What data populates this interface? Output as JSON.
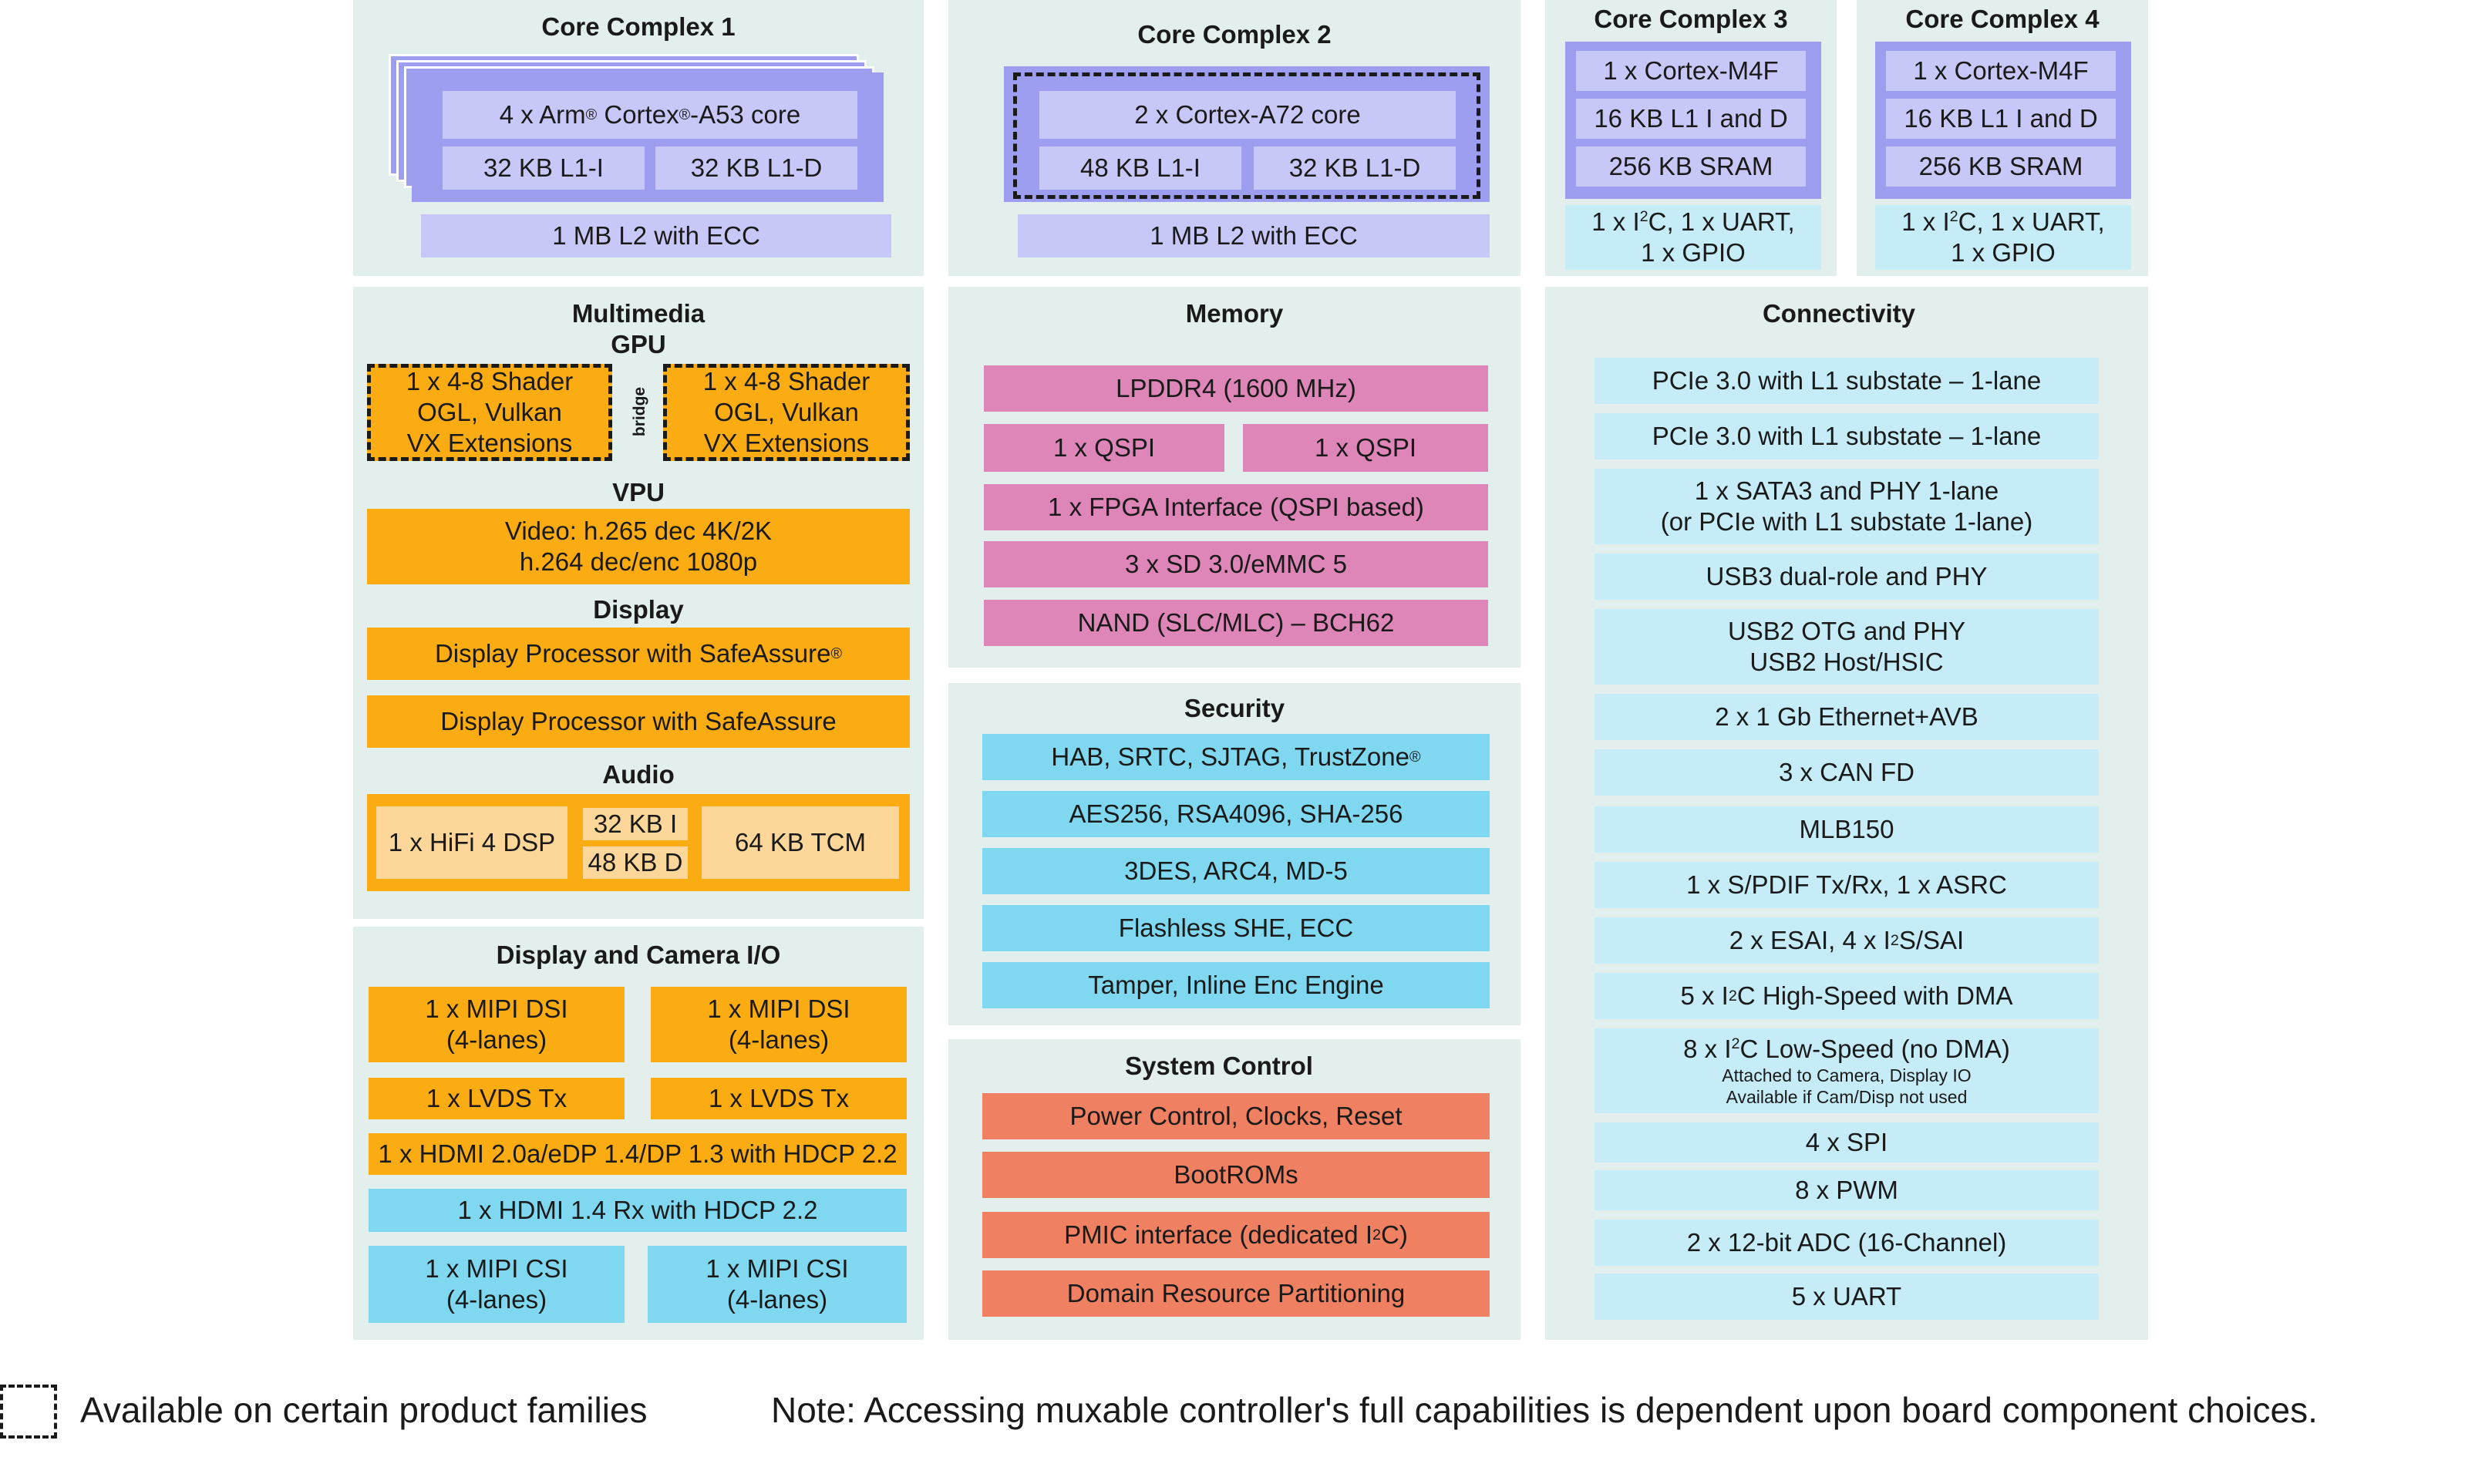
{
  "core_complex_1": {
    "title": "Core Complex 1",
    "core_pre": "4 x Arm",
    "core_mid": "Cortex",
    "core_post": "-A53 core",
    "reg": "®",
    "l1i": "32 KB L1-I",
    "l1d": "32 KB L1-D",
    "l2": "1 MB L2 with ECC"
  },
  "core_complex_2": {
    "title": "Core Complex 2",
    "core": "2 x Cortex-A72 core",
    "l1i": "48 KB L1-I",
    "l1d": "32 KB L1-D",
    "l2": "1 MB L2 with ECC"
  },
  "core_complex_3": {
    "title": "Core Complex 3",
    "core": "1 x Cortex-M4F",
    "cache": "16 KB L1 I and D",
    "sram": "256 KB SRAM",
    "io_pre": "1 x I",
    "io_sup": "2",
    "io_post": "C, 1 x UART,",
    "io_line2": "1 x GPIO"
  },
  "core_complex_4": {
    "title": "Core Complex 4",
    "core": "1 x Cortex-M4F",
    "cache": "16 KB L1 I and D",
    "sram": "256 KB SRAM",
    "io_pre": "1 x I",
    "io_sup": "2",
    "io_post": "C, 1 x UART,",
    "io_line2": "1 x GPIO"
  },
  "multimedia": {
    "title": "Multimedia",
    "gpu_title": "GPU",
    "gpu_left": [
      "1 x 4-8 Shader",
      "OGL, Vulkan",
      "VX Extensions"
    ],
    "gpu_right": [
      "1 x 4-8 Shader",
      "OGL, Vulkan",
      "VX Extensions"
    ],
    "bridge": "bridge",
    "vpu_title": "VPU",
    "vpu": [
      "Video: h.265 dec 4K/2K",
      "h.264 dec/enc 1080p"
    ],
    "display_title": "Display",
    "display1": "Display Processor with SafeAssure",
    "display1_reg": "®",
    "display2": "Display Processor with SafeAssure",
    "audio_title": "Audio",
    "audio_dsp": "1 x  HiFi 4 DSP",
    "audio_i": "32 KB I",
    "audio_d": "48 KB D",
    "audio_tcm": "64 KB TCM"
  },
  "display_camera_io": {
    "title": "Display and Camera I/O",
    "mipi_dsi": [
      "1 x MIPI DSI",
      "(4-lanes)"
    ],
    "lvds": "1 x LVDS Tx",
    "hdmi_tx": "1 x HDMI 2.0a/eDP 1.4/DP 1.3 with HDCP 2.2",
    "hdmi_rx": "1 x HDMI 1.4 Rx with HDCP 2.2",
    "mipi_csi": [
      "1 x MIPI CSI",
      "(4-lanes)"
    ]
  },
  "memory": {
    "title": "Memory",
    "lpddr": "LPDDR4 (1600 MHz)",
    "qspi": "1 x QSPI",
    "fpga": "1 x FPGA Interface (QSPI based)",
    "sd": "3 x SD 3.0/eMMC 5",
    "nand": "NAND (SLC/MLC) – BCH62"
  },
  "security": {
    "title": "Security",
    "items": [
      "HAB, SRTC, SJTAG, TrustZone",
      "AES256, RSA4096, SHA-256",
      "3DES, ARC4, MD-5",
      "Flashless SHE, ECC",
      "Tamper, Inline Enc Engine"
    ],
    "reg": "®"
  },
  "system_control": {
    "title": "System Control",
    "items": [
      "Power Control, Clocks, Reset",
      "BootROMs"
    ],
    "pmic_pre": "PMIC interface (dedicated I",
    "pmic_sup": "2",
    "pmic_post": "C)",
    "drp": "Domain Resource Partitioning"
  },
  "connectivity": {
    "title": "Connectivity",
    "pcie1": "PCIe  3.0 with L1 substate – 1-lane",
    "pcie2": "PCIe  3.0 with L1 substate – 1-lane",
    "sata": [
      "1 x SATA3 and PHY 1-lane",
      "(or PCIe with L1 substate 1-lane)"
    ],
    "usb3": "USB3 dual-role and PHY",
    "usb2": [
      "USB2 OTG and PHY",
      "USB2 Host/HSIC"
    ],
    "eth": "2 x 1 Gb Ethernet+AVB",
    "can": "3 x CAN FD",
    "mlb": "MLB150",
    "spdif": "1 x S/PDIF Tx/Rx, 1 x ASRC",
    "esai_pre": "2 x ESAI, 4 x I",
    "esai_sup": "2",
    "esai_post": "S/SAI",
    "i2c_hs_pre": "5 x I",
    "i2c_hs_sup": "2",
    "i2c_hs_post": "C High-Speed with DMA",
    "i2c_ls_pre": "8 x I",
    "i2c_ls_sup": "2",
    "i2c_ls_post": "C Low-Speed (no DMA)",
    "i2c_ls_note1": "Attached to Camera, Display IO",
    "i2c_ls_note2": "Available if Cam/Disp not used",
    "spi": "4 x SPI",
    "pwm": "8 x PWM",
    "adc": "2 x 12-bit ADC (16-Channel)",
    "uart": "5 x UART"
  },
  "legend": {
    "available": "Available on certain product families",
    "note": "Note: Accessing muxable controller's full capabilities is dependent upon board component choices."
  },
  "colors": {
    "panel": "#e3efec",
    "blue_outer": "#9e9ef0",
    "blue_inner": "#c8c8f8",
    "cyan_light": "#c5ecf7",
    "cyan": "#80d8f0",
    "orange": "#fbac12",
    "orange_light": "#fdd79a",
    "pink": "#dd86b7",
    "salmon": "#ef8062"
  }
}
